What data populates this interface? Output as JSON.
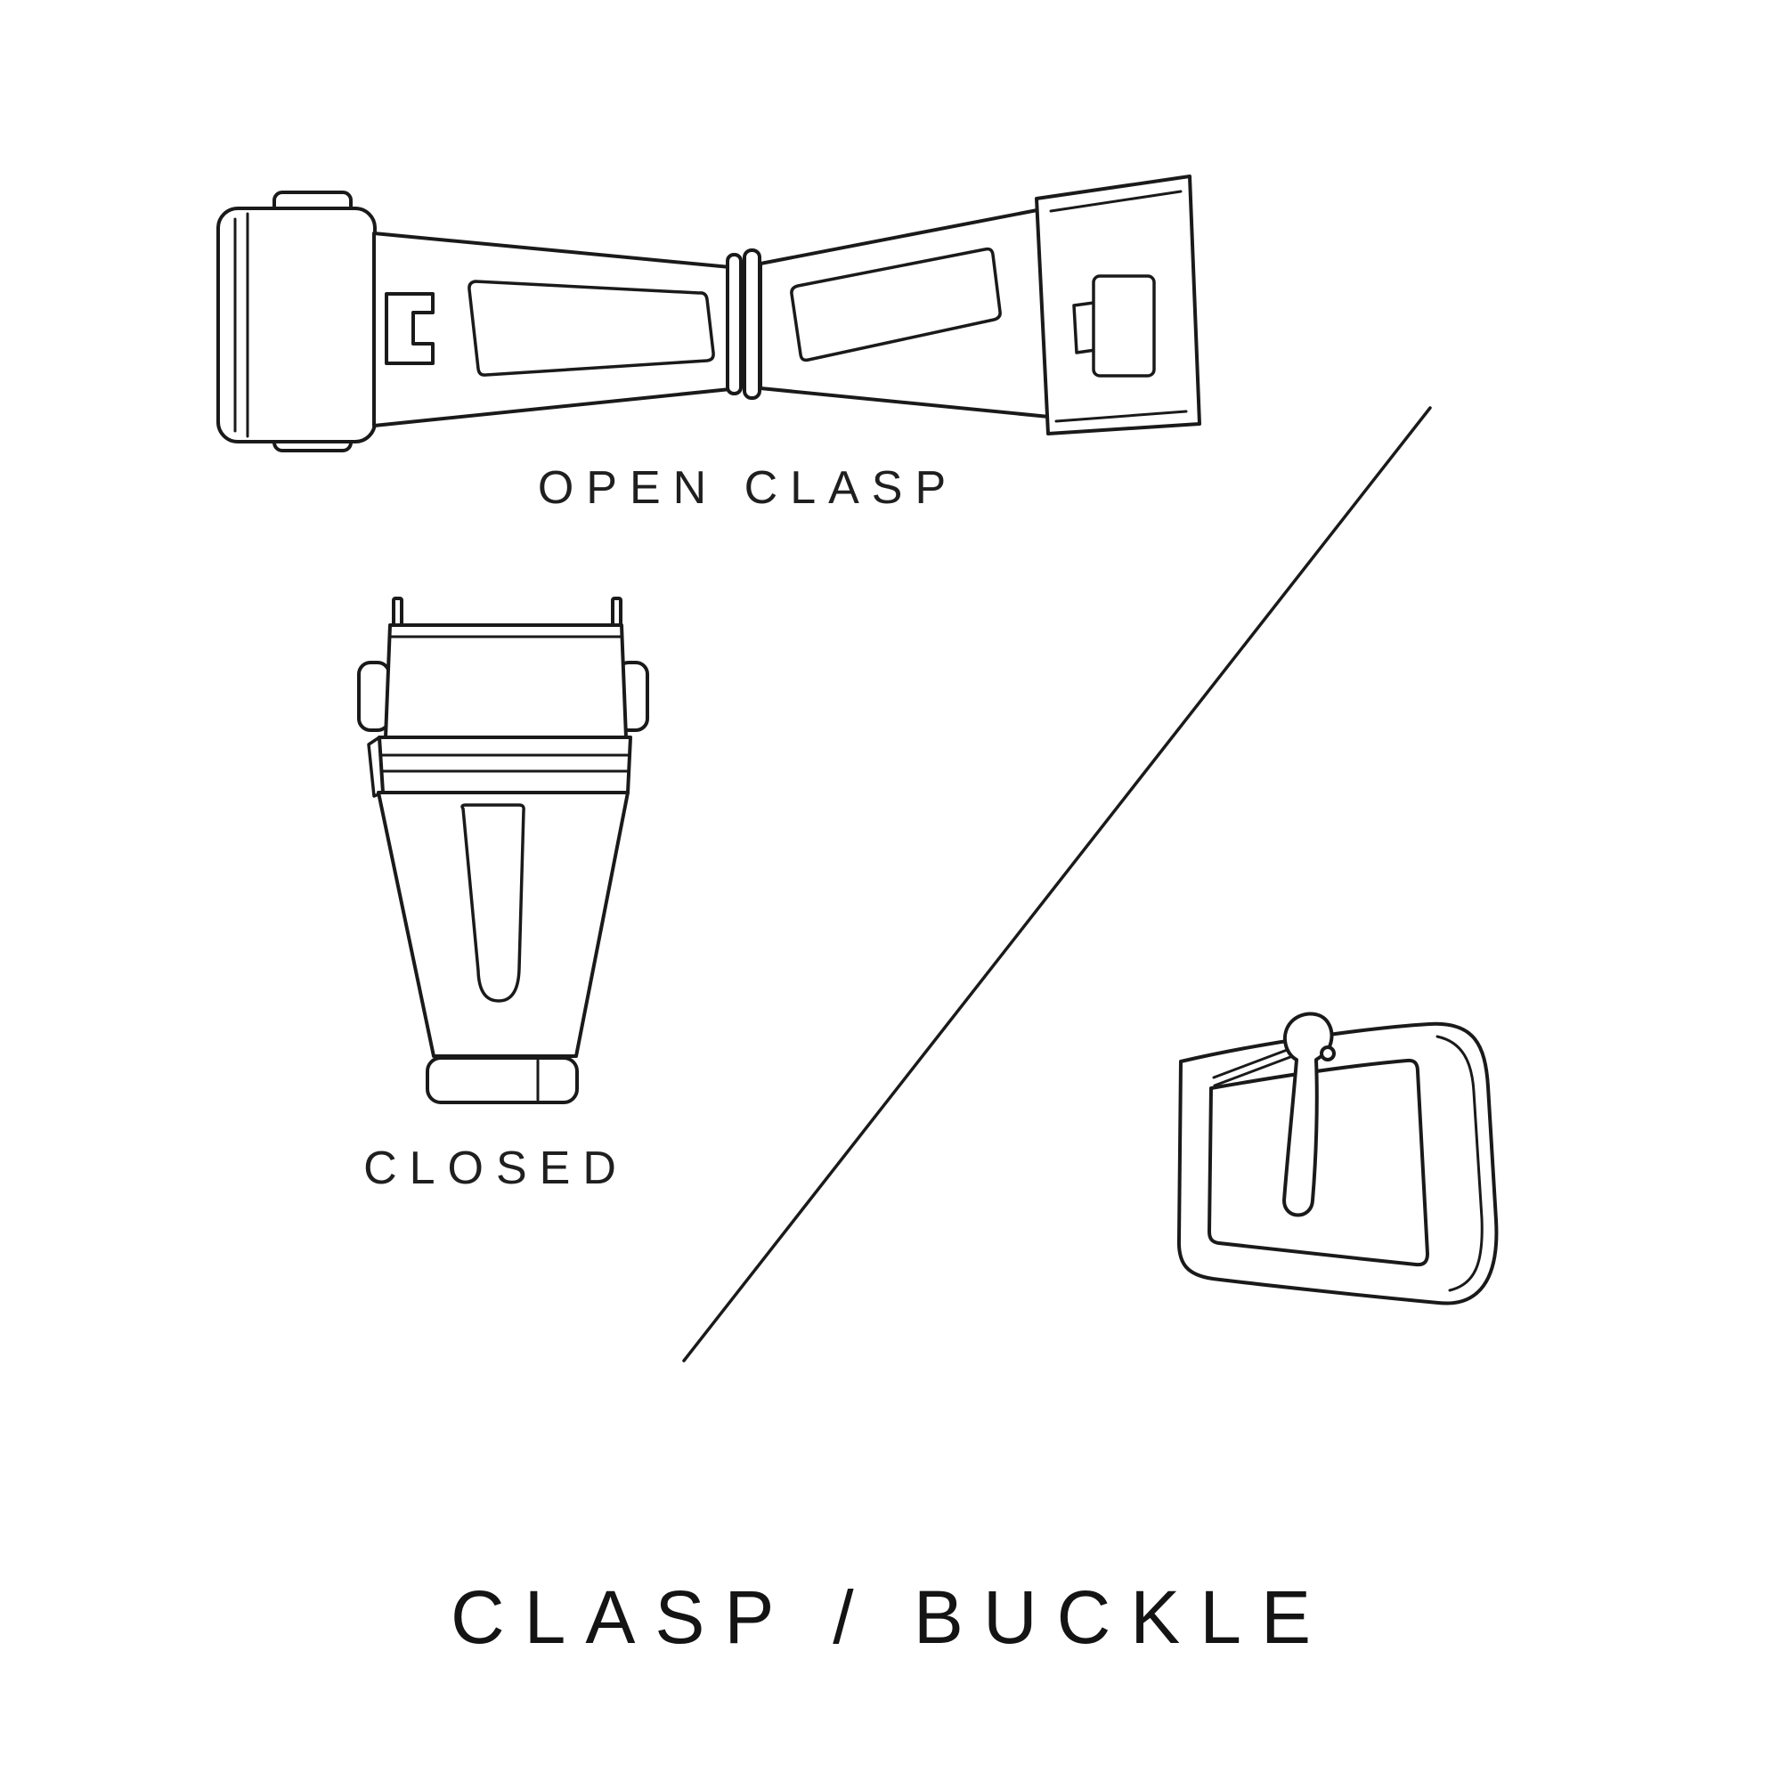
{
  "diagram": {
    "background_color": "#ffffff",
    "line_color": "#1a1a1a"
  },
  "labels": {
    "open_clasp": "OPEN CLASP",
    "closed": "CLOSED"
  },
  "title": "CLASP / BUCKLE",
  "illustrations": {
    "open_clasp": "open-watch-clasp-line-drawing",
    "closed_clasp": "closed-watch-clasp-line-drawing",
    "buckle": "pin-buckle-line-drawing",
    "divider": "diagonal-divider-line"
  }
}
